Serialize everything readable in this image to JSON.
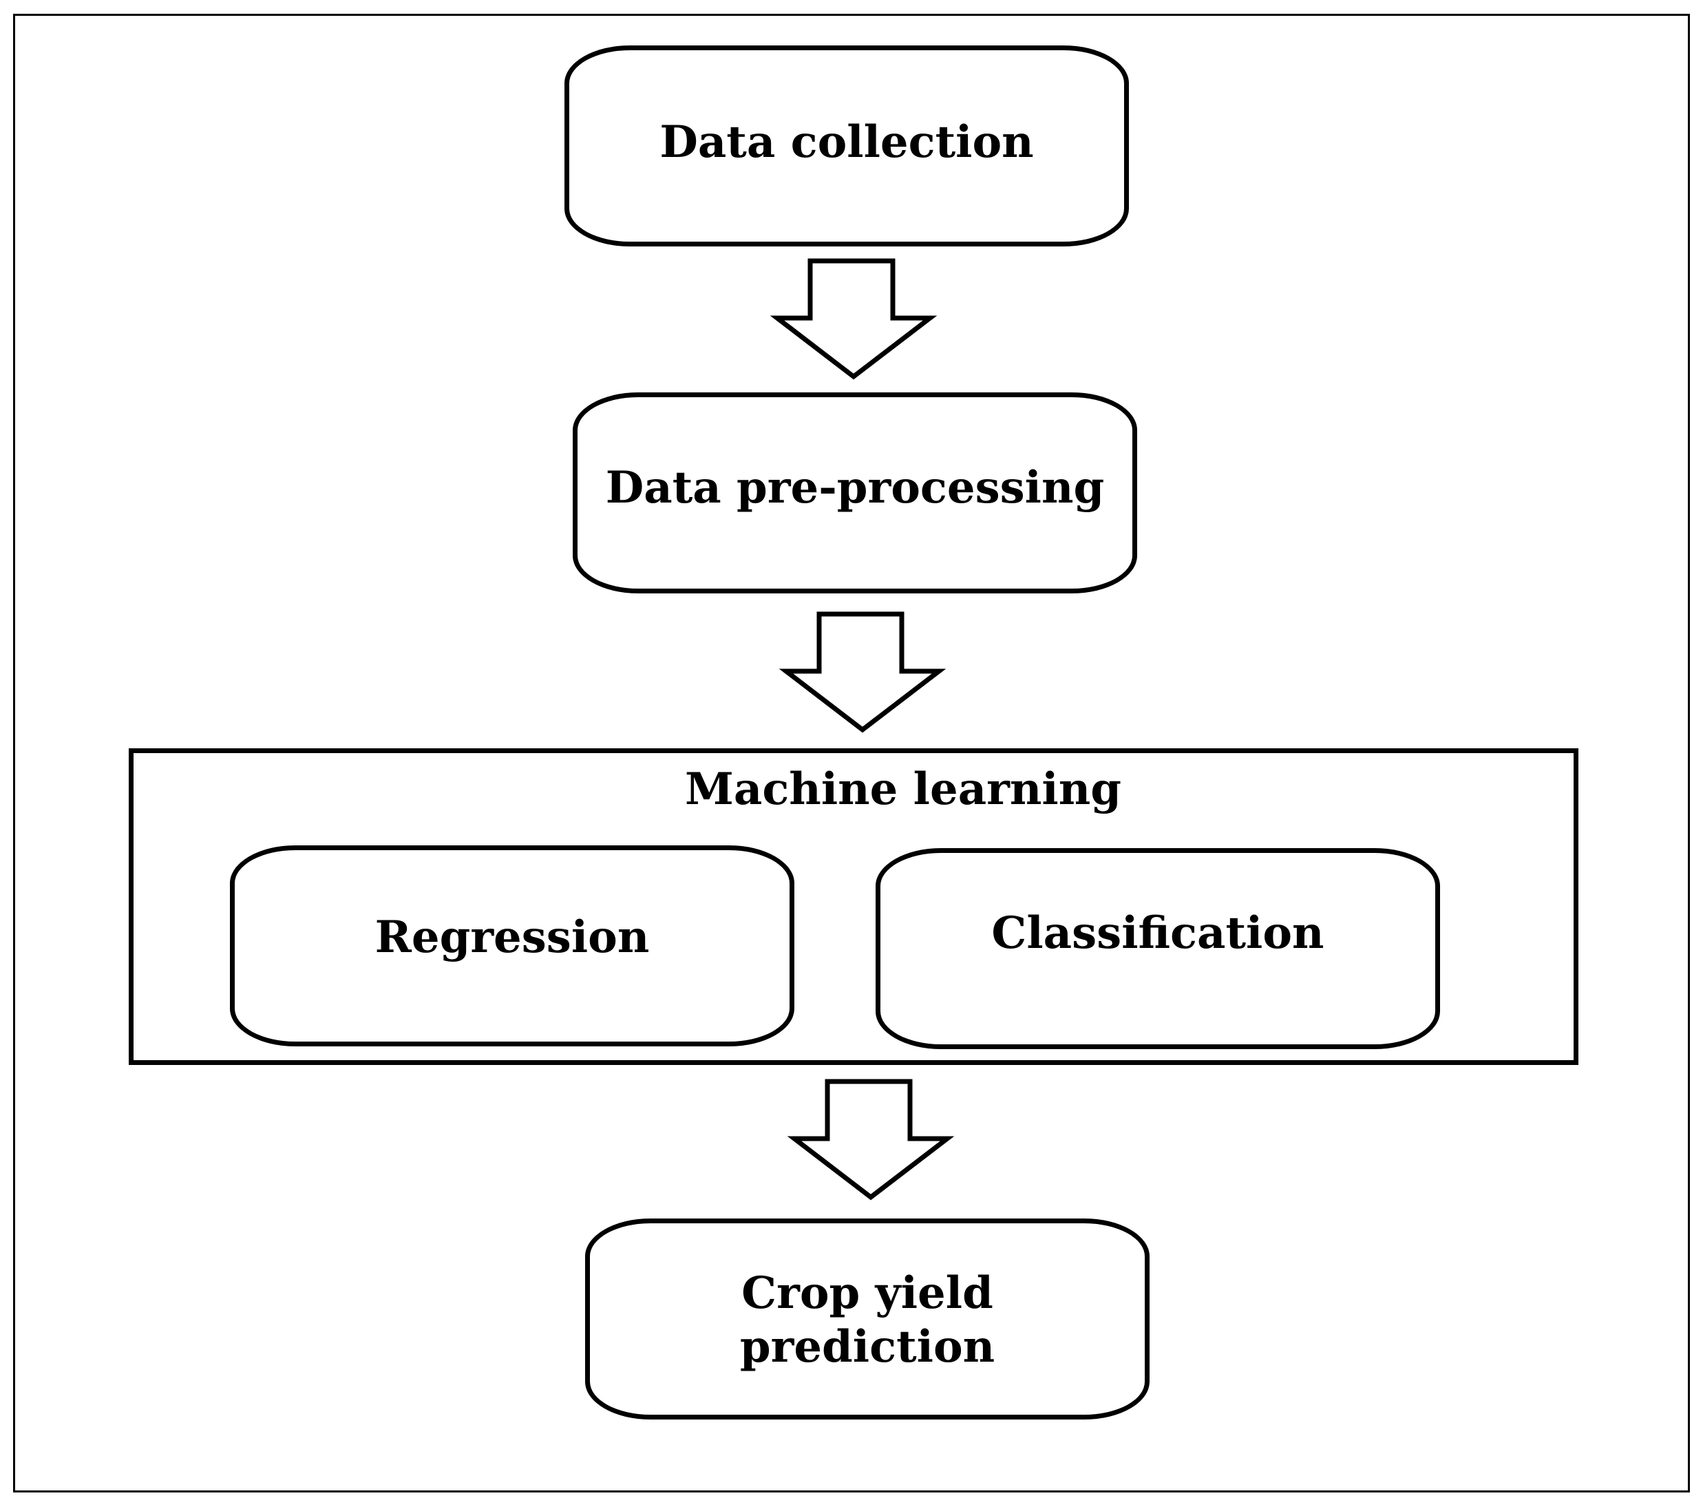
{
  "diagram": {
    "nodes": {
      "data_collection": "Data collection",
      "data_preprocessing": "Data pre-processing",
      "regression": "Regression",
      "classification": "Classification",
      "crop_yield_prediction": "Crop yield\nprediction"
    },
    "group": {
      "title": "Machine learning"
    },
    "edges": [
      {
        "from": "data_collection",
        "to": "data_preprocessing"
      },
      {
        "from": "data_preprocessing",
        "to": "machine_learning"
      },
      {
        "from": "machine_learning",
        "to": "crop_yield_prediction"
      }
    ]
  }
}
